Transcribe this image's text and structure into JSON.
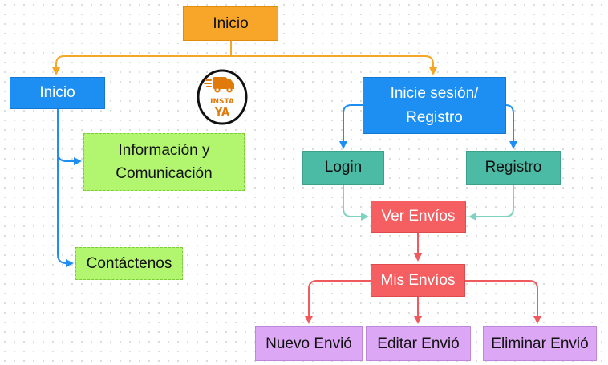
{
  "diagram": {
    "root": {
      "label": "Inicio"
    },
    "inicio": {
      "label": "Inicio"
    },
    "info": {
      "line1": "Información y",
      "line2": "Comunicación"
    },
    "contact": {
      "label": "Contáctenos"
    },
    "login_register": {
      "line1": "Inicie sesión/",
      "line2": "Registro"
    },
    "login": {
      "label": "Login"
    },
    "registro": {
      "label": "Registro"
    },
    "ver_envios": {
      "label": "Ver Envíos"
    },
    "mis_envios": {
      "label": "Mis Envíos"
    },
    "nuevo": {
      "label": "Nuevo Envió"
    },
    "editar": {
      "label": "Editar Envió"
    },
    "eliminar": {
      "label": "Eliminar Envió"
    }
  },
  "logo": {
    "line1": "INSTA",
    "line2": "YA"
  },
  "colors": {
    "orange": "#f8a629",
    "blue": "#1d8ff2",
    "green": "#b2f56e",
    "teal": "#4cbba5",
    "red": "#f55f62",
    "purple": "#dca7f5",
    "orange_line": "#f5a623",
    "blue_line": "#1d8ff2",
    "teal_line": "#7dd3c0",
    "red_line": "#f05a5d"
  }
}
